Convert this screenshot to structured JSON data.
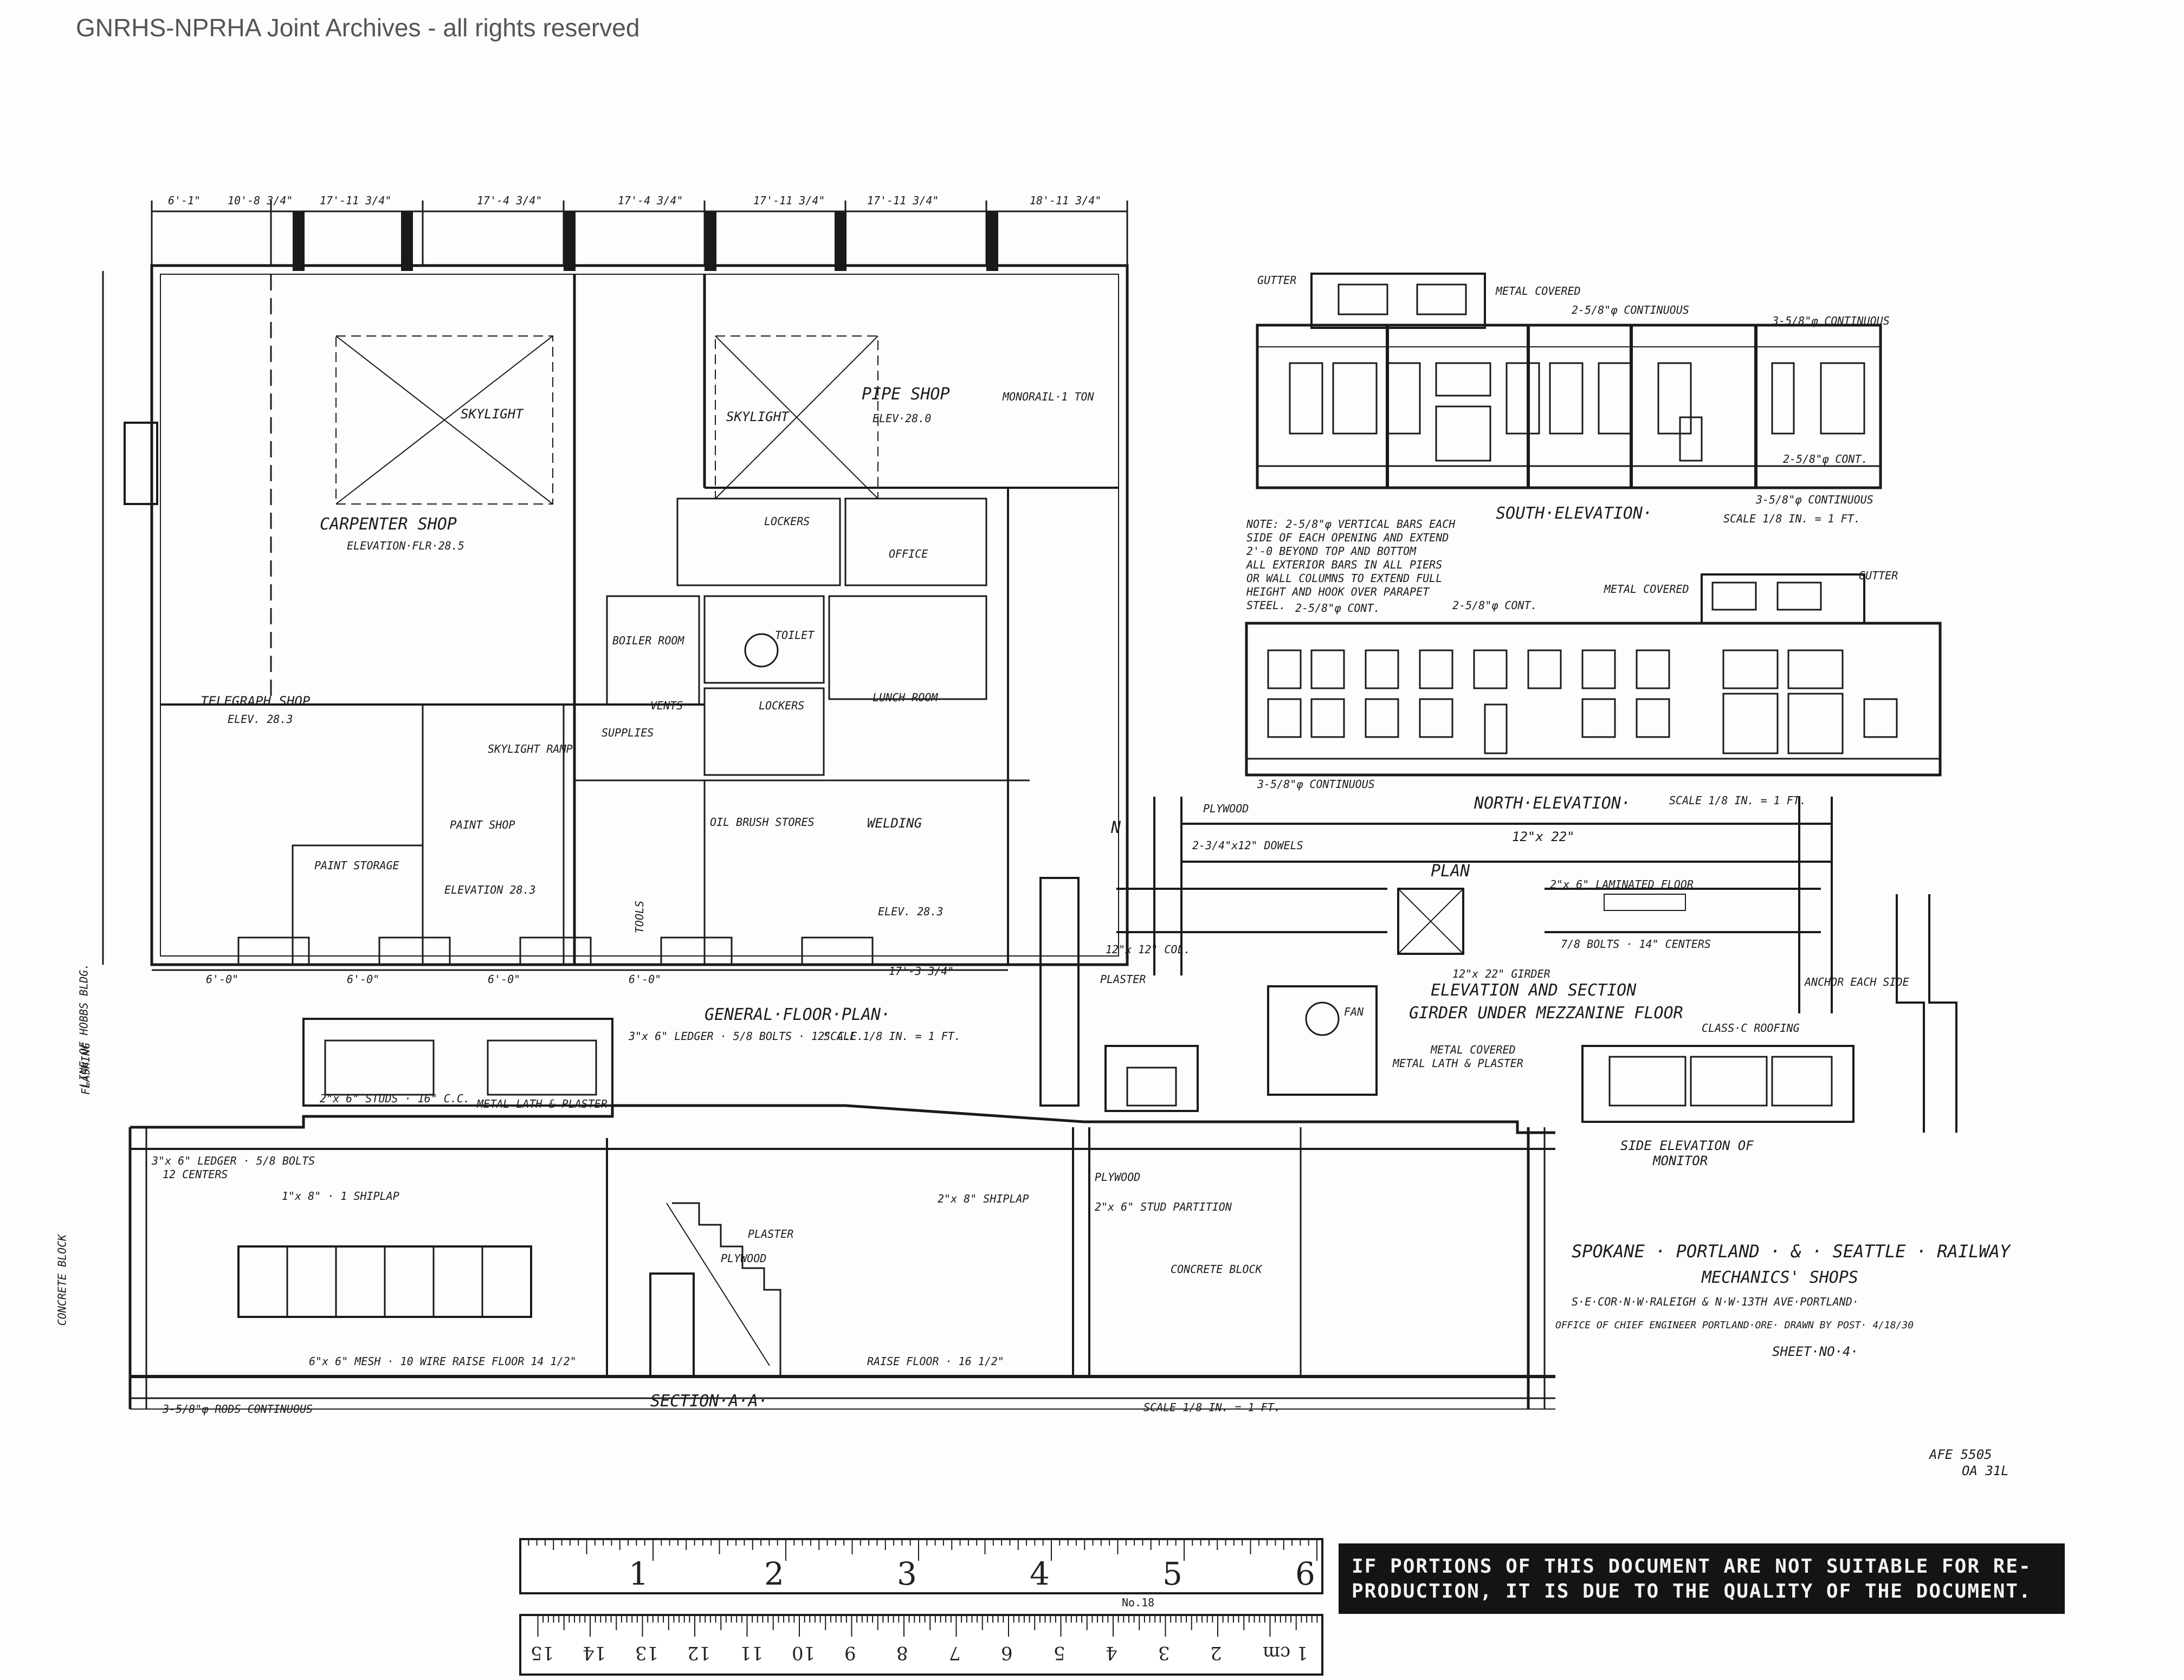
{
  "watermark": "GNRHS-NPRHA Joint Archives - all rights reserved",
  "title_block": {
    "line1": "SPOKANE · PORTLAND · & · SEATTLE · RAILWAY",
    "line2": "MECHANICS' SHOPS",
    "line3": "S·E·COR·N·W·RALEIGH & N·W·13TH AVE·PORTLAND·",
    "line4": "OFFICE OF CHIEF ENGINEER  PORTLAND·ORE·  DRAWN BY POST· 4/18/30",
    "sheet": "SHEET·NO·4·"
  },
  "views": {
    "general_floor_plan": "GENERAL·FLOOR·PLAN·",
    "general_floor_plan_scale": "SCALE 1/8 IN. = 1 FT.",
    "south_elevation": "SOUTH·ELEVATION·",
    "south_elevation_scale": "SCALE 1/8 IN. = 1 FT.",
    "north_elevation": "NORTH·ELEVATION·",
    "north_elevation_scale": "SCALE 1/8 IN. = 1 FT.",
    "section_aa": "SECTION·A·A·",
    "section_aa_scale": "SCALE 1/8 IN. = 1 FT.",
    "plan": "PLAN",
    "girder_title": "ELEVATION AND SECTION",
    "girder_subtitle": "GIRDER UNDER MEZZANINE FLOOR",
    "monitor_elevation": "SIDE ELEVATION OF",
    "monitor_elevation2": "MONITOR"
  },
  "rooms": {
    "carpenter_shop": "CARPENTER SHOP",
    "carpenter_elev": "ELEVATION·FLR·28.5",
    "pipe_shop": "PIPE SHOP",
    "pipe_elev": "ELEV·28.0",
    "skylight_1": "SKYLIGHT",
    "skylight_2": "SKYLIGHT",
    "monorail": "MONORAIL·1 TON",
    "lockers_1": "LOCKERS",
    "lockers_2": "LOCKERS",
    "office": "OFFICE",
    "toilet": "TOILET",
    "boiler_room": "BOILER ROOM",
    "lunch_room": "LUNCH ROOM",
    "telegraph_shop": "TELEGRAPH SHOP",
    "telegraph_elev": "ELEV. 28.3",
    "skylight_ramp": "SKYLIGHT RAMP",
    "supplies": "SUPPLIES",
    "paint_shop": "PAINT SHOP",
    "paint_storage": "PAINT STORAGE",
    "paint_elev": "ELEVATION 28.3",
    "tools": "TOOLS",
    "oil_stores": "OIL BRUSH STORES",
    "welding": "WELDING",
    "welding_elev": "ELEV. 28.3",
    "vents": "VENTS"
  },
  "dimensions_top": [
    "6'-1\"",
    "10'-8 3/4\"",
    "17'-11 3/4\"",
    "17'-4 3/4\"",
    "17'-4 3/4\"",
    "17'-11 3/4\"",
    "17'-11 3/4\"",
    "18'-11 3/4\""
  ],
  "dimensions_bottom": [
    "6'-0\"",
    "6'-0\"",
    "6'-0\"",
    "6'-0\"",
    "17'-3 3/4\""
  ],
  "notes": {
    "note_1": "NOTE: 2-5/8\"φ VERTICAL BARS EACH",
    "note_2": "SIDE OF EACH OPENING AND EXTEND",
    "note_3": "2'-0 BEYOND TOP AND BOTTOM",
    "note_4": "ALL EXTERIOR BARS IN ALL PIERS",
    "note_5": "OR WALL COLUMNS TO EXTEND FULL",
    "note_6": "HEIGHT AND HOOK OVER PARAPET",
    "note_7": "STEEL."
  },
  "callouts": {
    "gutter_1": "GUTTER",
    "metal_covered_1": "METAL COVERED",
    "continuous_1": "2-5/8\"φ CONTINUOUS",
    "continuous_2": "3-5/8\"φ CONTINUOUS",
    "continuous_3": "3-5/8\"φ CONTINUOUS",
    "cont_1": "2-5/8\"φ CONT.",
    "gutter_2": "GUTTER",
    "metal_covered_2": "METAL COVERED",
    "cont_2": "2-5/8\"φ CONT.",
    "cont_3": "2-5/8\"φ CONT.",
    "continuous_4": "3-5/8\"φ CONTINUOUS",
    "plywood_1": "PLYWOOD",
    "dowels_1": "2-3/4\"x12\" DOWELS",
    "beam_1": "12\"x 22\"",
    "laminated_floor": "2\"x 6\" LAMINATED FLOOR",
    "bolts_centers": "7/8 BOLTS · 14\" CENTERS",
    "girder": "12\"x 22\" GIRDER",
    "anchor": "ANCHOR EACH SIDE",
    "class_c_roofing": "CLASS·C ROOFING",
    "metal_covered_3": "METAL COVERED",
    "metal_lath": "METAL LATH & PLASTER",
    "plaster_1": "PLASTER",
    "col_1": "12\"x 12\" COL.",
    "studs_1": "2\"x 6\" STUDS · 16\" C.C.",
    "metal_lath_2": "METAL LATH & PLASTER",
    "ledger_1": "3\"x 6\" LEDGER · 5/8 BOLTS · 12\" C.C.",
    "ledger_2": "3\"x 6\" LEDGER · 5/8 BOLTS",
    "ledger_3": "12 CENTERS",
    "shiplap_1": "1\"x 8\" · 1 SHIPLAP",
    "shiplap_2": "2\"x 8\" SHIPLAP",
    "plywood_2": "PLYWOOD",
    "stud_partition": "2\"x 6\" STUD PARTITION",
    "plaster_2": "PLASTER",
    "plywood_3": "PLYWOOD",
    "concrete_block": "CONCRETE BLOCK",
    "mesh": "6\"x 6\" MESH · 10 WIRE  RAISE FLOOR 14 1/2\"",
    "raise_floor": "RAISE FLOOR · 16 1/2\"",
    "rods": "3-5/8\"φ RODS CONTINUOUS",
    "line_of_hobbs": "LINE OF HOBBS BLDG.",
    "flashing": "FLASHING",
    "concrete_block_side": "CONCRETE BLOCK",
    "fan": "FAN",
    "north_symbol": "N"
  },
  "ref_no": {
    "afe": "AFE 5505",
    "oa": "OA 31L"
  },
  "ruler": {
    "inch_numbers": [
      "1",
      "2",
      "3",
      "4",
      "5",
      "6"
    ],
    "cm_numbers": [
      "1 cm",
      "2",
      "3",
      "4",
      "5",
      "6",
      "7",
      "8",
      "9",
      "10",
      "11",
      "12",
      "13",
      "14",
      "15"
    ],
    "model": "No.18"
  },
  "notice": {
    "line1": "IF PORTIONS OF THIS DOCUMENT ARE NOT SUITABLE FOR RE-",
    "line2": "PRODUCTION, IT IS DUE TO THE QUALITY OF THE DOCUMENT."
  }
}
